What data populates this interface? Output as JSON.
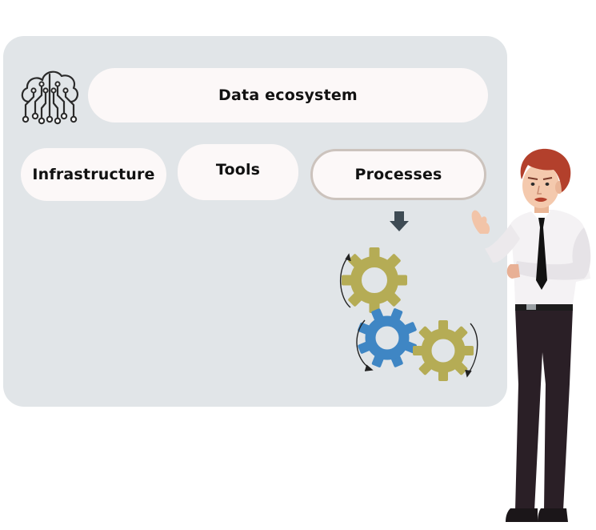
{
  "diagram": {
    "title": "Data ecosystem",
    "components": [
      {
        "label": "Infrastructure",
        "highlighted": false
      },
      {
        "label": "Tools",
        "highlighted": false
      },
      {
        "label": "Processes",
        "highlighted": true
      }
    ]
  },
  "icons": {
    "cloud": "cloud-network-icon",
    "arrow": "arrow-down-icon",
    "gears": "gears-icon",
    "person": "presenter-illustration"
  },
  "colors": {
    "board": "#e1e5e8",
    "pill": "#fcf8f8",
    "highlight_border": "#ccc3bd",
    "gear_olive": "#b5ac55",
    "gear_blue": "#3f86c4",
    "arrow": "#3e4b54"
  }
}
